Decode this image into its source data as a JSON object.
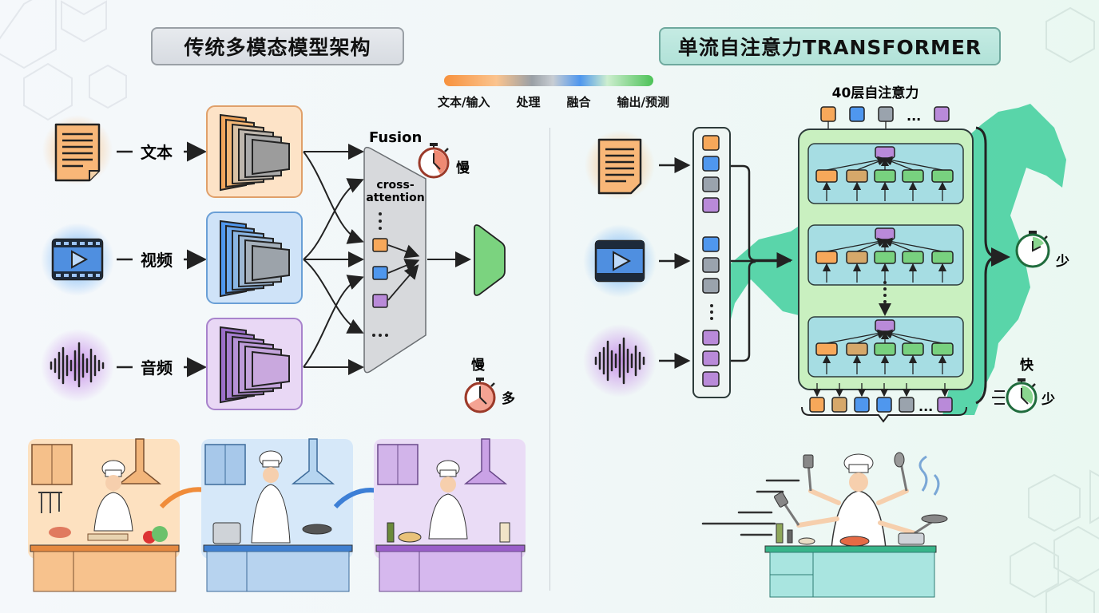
{
  "left_panel": {
    "title": "传统多模态模型架构",
    "inputs": [
      {
        "label": "文本",
        "icon": "document-icon",
        "color": "#f7a85a"
      },
      {
        "label": "视频",
        "icon": "video-icon",
        "color": "#4f97ee"
      },
      {
        "label": "音频",
        "icon": "audio-wave-icon",
        "color": "#b07fd9"
      }
    ],
    "fusion": {
      "title": "Fusion",
      "mechanism_line1": "cross-",
      "mechanism_line2": "attention",
      "ellipsis_vertical": "⋮",
      "ellipsis": "..."
    },
    "speed_top": {
      "label": "慢"
    },
    "speed_bottom": {
      "top_label": "慢",
      "side_label": "多"
    },
    "kitchen_scenes": [
      "chef-chopping",
      "chef-frying",
      "chef-seasoning"
    ]
  },
  "legend": {
    "labels": [
      "文本/输入",
      "处理",
      "融合",
      "输出/预测"
    ]
  },
  "right_panel": {
    "title": "单流自注意力TRANSFORMER",
    "stack_title": "40层自注意力",
    "ellipsis": "...",
    "speed_mid": {
      "label": "少"
    },
    "speed_bottom": {
      "top_label": "快",
      "side_label": "少"
    },
    "kitchen_scene": "multi-armed-chef"
  },
  "colors": {
    "orange": "#f7a85a",
    "blue": "#4f97ee",
    "gray": "#9aa3ad",
    "purple": "#b98ad9",
    "green": "#78d17f",
    "tan": "#d6a86a",
    "teal_horse": "#3fcf9c",
    "slow_red": "#e9705a"
  }
}
